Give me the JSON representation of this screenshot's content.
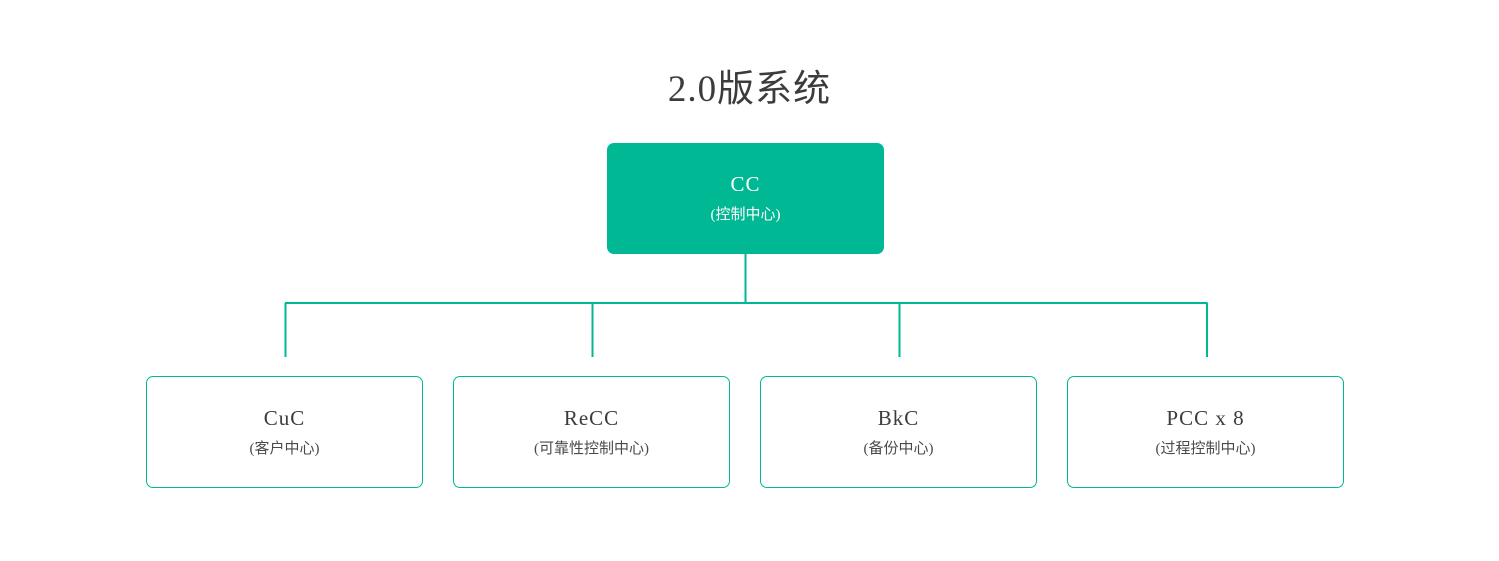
{
  "diagram": {
    "title": "2.0版系统",
    "type": "org-tree",
    "accent_color": "#00b894",
    "background_color": "#ffffff",
    "title_color": "#3c3c3c",
    "root": {
      "id": "cc",
      "code": "CC",
      "name": "(控制中心)",
      "fill": "#00b894",
      "text_color": "#ffffff"
    },
    "children": [
      {
        "id": "cuc",
        "code": "CuC",
        "name": "(客户中心)",
        "fill": "#ffffff",
        "border_color": "#00b894",
        "text_color": "#3c3c3c"
      },
      {
        "id": "recc",
        "code": "ReCC",
        "name": "(可靠性控制中心)",
        "fill": "#ffffff",
        "border_color": "#00b894",
        "text_color": "#3c3c3c"
      },
      {
        "id": "bkc",
        "code": "BkC",
        "name": "(备份中心)",
        "fill": "#ffffff",
        "border_color": "#00b894",
        "text_color": "#3c3c3c"
      },
      {
        "id": "pcc",
        "code": "PCC x 8",
        "name": "(过程控制中心)",
        "fill": "#ffffff",
        "border_color": "#00b894",
        "text_color": "#3c3c3c"
      }
    ]
  }
}
